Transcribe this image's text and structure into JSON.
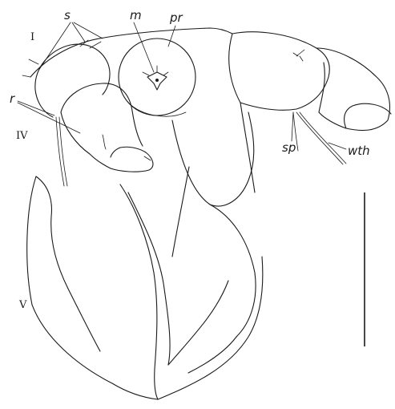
{
  "labels": {
    "s": "s",
    "m": "m",
    "pr": "pr",
    "r": "r",
    "sp": "sp",
    "wth": "wth",
    "roman_I": "I",
    "roman_IV": "IV",
    "roman_V": "V"
  },
  "colors": {
    "line": "#1a1a1a",
    "background": "#ffffff"
  }
}
